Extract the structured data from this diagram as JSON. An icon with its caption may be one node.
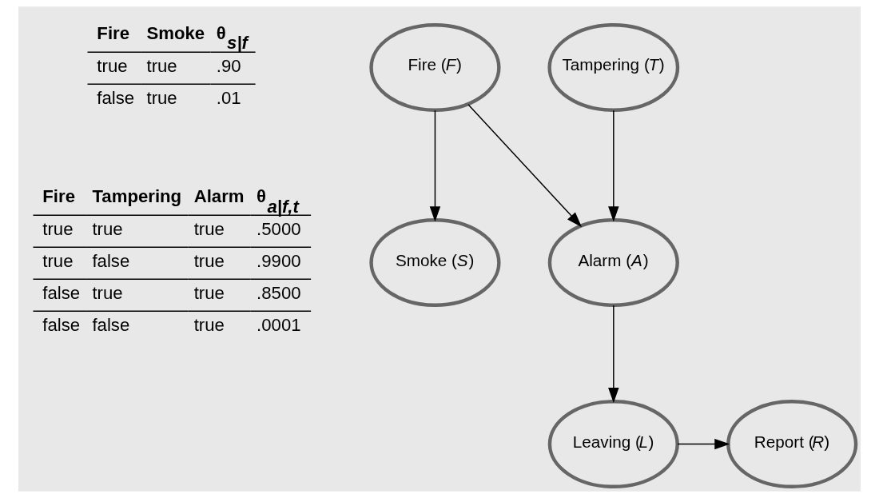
{
  "diagram": {
    "nodes": [
      {
        "text": [
          "Fire (*F*)"
        ]
      },
      {
        "text": [
          "Tampering (*T*)"
        ]
      },
      {
        "text": [
          "Smoke (*S*)"
        ]
      },
      {
        "text": [
          "Alarm (*A*)"
        ]
      },
      {
        "text": [
          "Leaving (*L*)"
        ]
      },
      {
        "text": [
          "Report (*R*)"
        ]
      }
    ],
    "edges": [
      {
        "from": 0,
        "to": 2,
        "arrow": "to"
      },
      {
        "from": 0,
        "to": 3,
        "arrow": "to"
      },
      {
        "from": 1,
        "to": 3,
        "arrow": "to"
      },
      {
        "from": 3,
        "to": 4,
        "arrow": "to"
      },
      {
        "from": 4,
        "to": 5,
        "arrow": "to"
      }
    ],
    "labels": [
      "Fire",
      "Smoke",
      "θ$_{s|f}$",
      "true",
      "true",
      ".90",
      "false",
      "true",
      ".01",
      "Fire",
      "Tampering",
      "Alarm",
      "θ$_{a|f,t}$",
      "true",
      "true",
      "true",
      ".5000",
      "true",
      "false",
      "true",
      ".9900",
      "false",
      "true",
      "true",
      ".8500",
      "false",
      "false",
      "true",
      ".0001"
    ]
  }
}
